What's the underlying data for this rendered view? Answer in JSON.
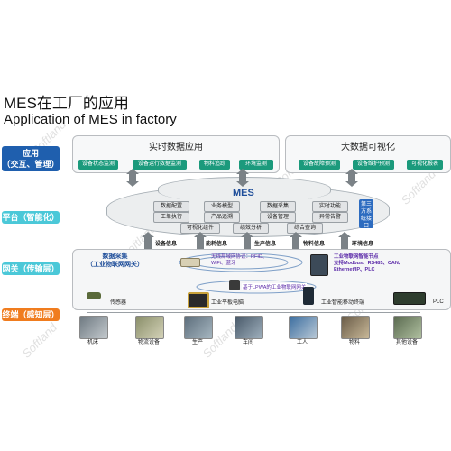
{
  "title_cn": "MES在工厂的应用",
  "title_en": "Application of MES in factory",
  "watermark": "Softland",
  "layers": {
    "app": "应用\n（交互、管理）",
    "platform": "平台（智能化）",
    "gateway": "网关（传输层）",
    "terminal": "终端（感知层）"
  },
  "realtime": {
    "title": "实时数据应用",
    "items": [
      "设备状态监测",
      "设备运行数据监测",
      "物料追踪",
      "环境监测"
    ]
  },
  "bigdata": {
    "title": "大数据可视化",
    "items": [
      "设备故障预测",
      "设备维护预测",
      "可视化报表"
    ]
  },
  "platform": {
    "mes": "MES",
    "modules": [
      "数据配置",
      "业务模型",
      "数据采集",
      "实时功能",
      "工单执行",
      "产品追溯",
      "设备管理",
      "异常告警",
      "可视化组件",
      "绩效分析",
      "综合查询"
    ],
    "third_party": "第三方系统接口"
  },
  "flows": [
    "设备信息",
    "能耗信息",
    "生产信息",
    "物料信息",
    "环境信息"
  ],
  "gateway": {
    "data_collect": "数据采集\n（工业物联网网关）",
    "wireless": "无线局域网协议：RFID、WiFi、蓝牙",
    "lpwa": "基于LPWA的工业物联网网关",
    "edge": "工业物联网智能节点\n支持Modbus、RS485、CAN、\nEthernet/IP、PLC"
  },
  "devices": {
    "sensor": "传感器",
    "tablet": "工业平板电脑",
    "mobile": "工业智能移动终端",
    "plc": "PLC"
  },
  "photos": [
    "机床",
    "物流设备",
    "生产",
    "车间",
    "工人",
    "物料",
    "其他设备"
  ],
  "colors": {
    "app_label": "#1f5fae",
    "platform_label": "#4bc8d8",
    "terminal_label": "#f07c1e",
    "chip": "#1b9a7c",
    "third_party": "#2d6cc0",
    "purple_text": "#5b2aa8"
  }
}
